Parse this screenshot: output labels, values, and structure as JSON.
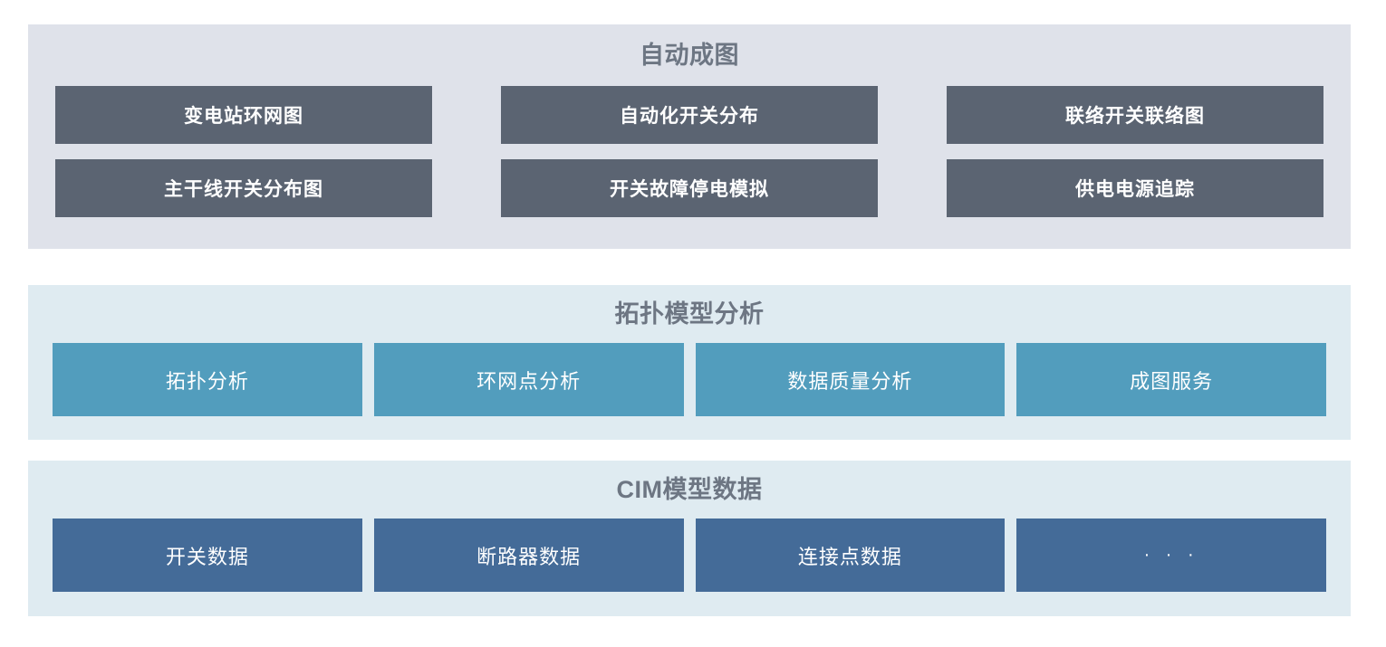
{
  "sections": [
    {
      "id": "auto-mapping",
      "title": "自动成图",
      "background": "#dfe2ea",
      "button_color": "#5b6472",
      "rows": [
        [
          {
            "label": "变电站环网图"
          },
          {
            "label": "自动化开关分布"
          },
          {
            "label": "联络开关联络图"
          }
        ],
        [
          {
            "label": "主干线开关分布图"
          },
          {
            "label": "开关故障停电模拟"
          },
          {
            "label": "供电电源追踪"
          }
        ]
      ]
    },
    {
      "id": "topology-model-analysis",
      "title": "拓扑模型分析",
      "background": "#dfebf1",
      "button_color": "#529dbd",
      "rows": [
        [
          {
            "label": "拓扑分析"
          },
          {
            "label": "环网点分析"
          },
          {
            "label": "数据质量分析"
          },
          {
            "label": "成图服务"
          }
        ]
      ]
    },
    {
      "id": "cim-model-data",
      "title": "CIM模型数据",
      "background": "#dfebf1",
      "button_color": "#446b98",
      "rows": [
        [
          {
            "label": "开关数据"
          },
          {
            "label": "断路器数据"
          },
          {
            "label": "连接点数据"
          },
          {
            "label": "· · ·"
          }
        ]
      ]
    }
  ]
}
